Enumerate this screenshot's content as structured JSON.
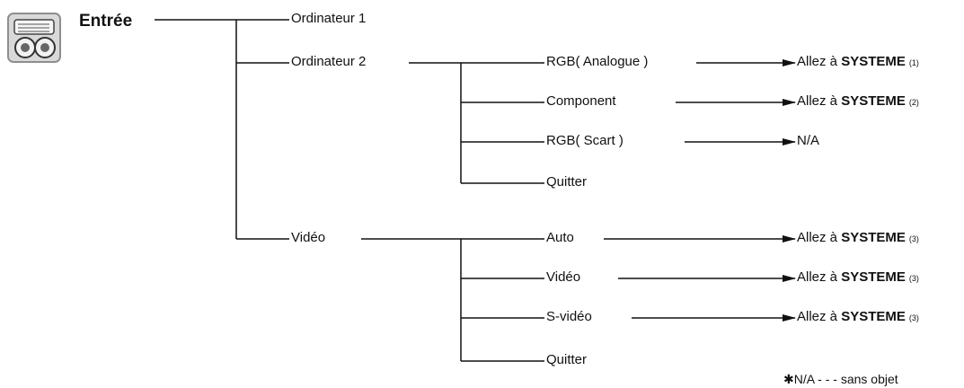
{
  "title": "Entrée",
  "menu": {
    "computer1": "Ordinateur 1",
    "computer2": "Ordinateur 2",
    "video": "Vidéo"
  },
  "computer2_options": [
    {
      "label": "RGB( Analogue )",
      "target_prefix": "Allez à",
      "target_bold": "SYSTEME",
      "target_sup": "(1)"
    },
    {
      "label": "Component",
      "target_prefix": "Allez à",
      "target_bold": "SYSTEME",
      "target_sup": "(2)"
    },
    {
      "label": "RGB( Scart )",
      "target_plain": "N/A"
    },
    {
      "label": "Quitter"
    }
  ],
  "video_options": [
    {
      "label": "Auto",
      "target_prefix": "Allez à",
      "target_bold": "SYSTEME",
      "target_sup": "(3)"
    },
    {
      "label": "Vidéo",
      "target_prefix": "Allez à",
      "target_bold": "SYSTEME",
      "target_sup": "(3)"
    },
    {
      "label": "S-vidéo",
      "target_prefix": "Allez à",
      "target_bold": "SYSTEME",
      "target_sup": "(3)"
    },
    {
      "label": "Quitter"
    }
  ],
  "footnote": "✱N/A - - - sans objet",
  "colors": {
    "line": "#111111",
    "icon_frame": "#8e8e8e",
    "icon_fill": "#d9d9d9"
  },
  "icon": "input-icon"
}
